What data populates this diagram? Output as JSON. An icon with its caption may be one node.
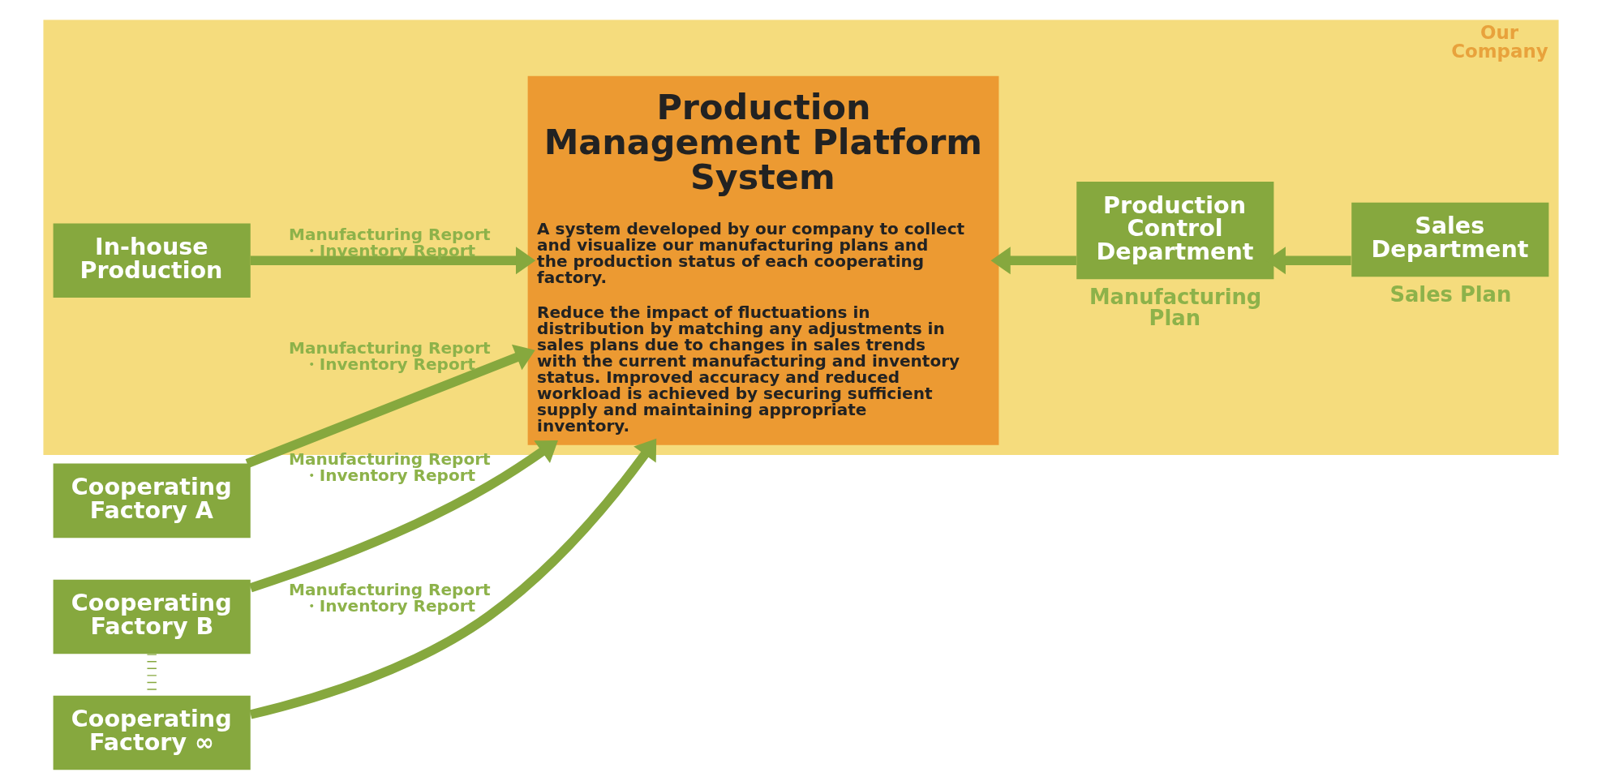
{
  "diagram": {
    "nodes": [
      {
        "text": [
          "Our Company"
        ]
      },
      {
        "text": [
          "In-house Production"
        ],
        "in": 0
      },
      {
        "text": [
          "Cooperating Factory A"
        ]
      },
      {
        "text": [
          "Cooperating Factory B"
        ]
      },
      {
        "text": [
          "Cooperating Factory ∞"
        ]
      },
      {
        "text": [
          "Production Management Platform System",
          "A system developed by our company to collect and visualize our manufacturing plans and the production status of each cooperating factory.",
          "Reduce the impact of fluctuations in distribution by matching any adjustments in sales plans due to changes in sales trends with the current manufacturing and inventory status. Improved accuracy and reduced workload is achieved by securing sufficient supply and maintaining appropriate inventory."
        ],
        "in": 0
      },
      {
        "text": [
          "Production Control Department"
        ],
        "beside": [
          "Manufacturing Plan"
        ],
        "in": 0
      },
      {
        "text": [
          "Sales Department"
        ],
        "beside": [
          "Sales Plan"
        ],
        "in": 0
      }
    ],
    "edges": [
      {
        "from": 1,
        "to": 5,
        "arrow": "to",
        "label": "Manufacturing Report ・Inventory Report"
      },
      {
        "from": 2,
        "to": 5,
        "arrow": "to",
        "label": "Manufacturing Report ・Inventory Report"
      },
      {
        "from": 3,
        "to": 5,
        "arrow": "to",
        "label": "Manufacturing Report ・Inventory Report"
      },
      {
        "from": 3,
        "to": 4,
        "arrow": "none",
        "style": "dashed"
      },
      {
        "from": 4,
        "to": 5,
        "arrow": "to",
        "label": "Manufacturing Report ・Inventory Report"
      },
      {
        "from": 7,
        "to": 6,
        "arrow": "to"
      },
      {
        "from": 6,
        "to": 5,
        "arrow": "to"
      }
    ]
  }
}
